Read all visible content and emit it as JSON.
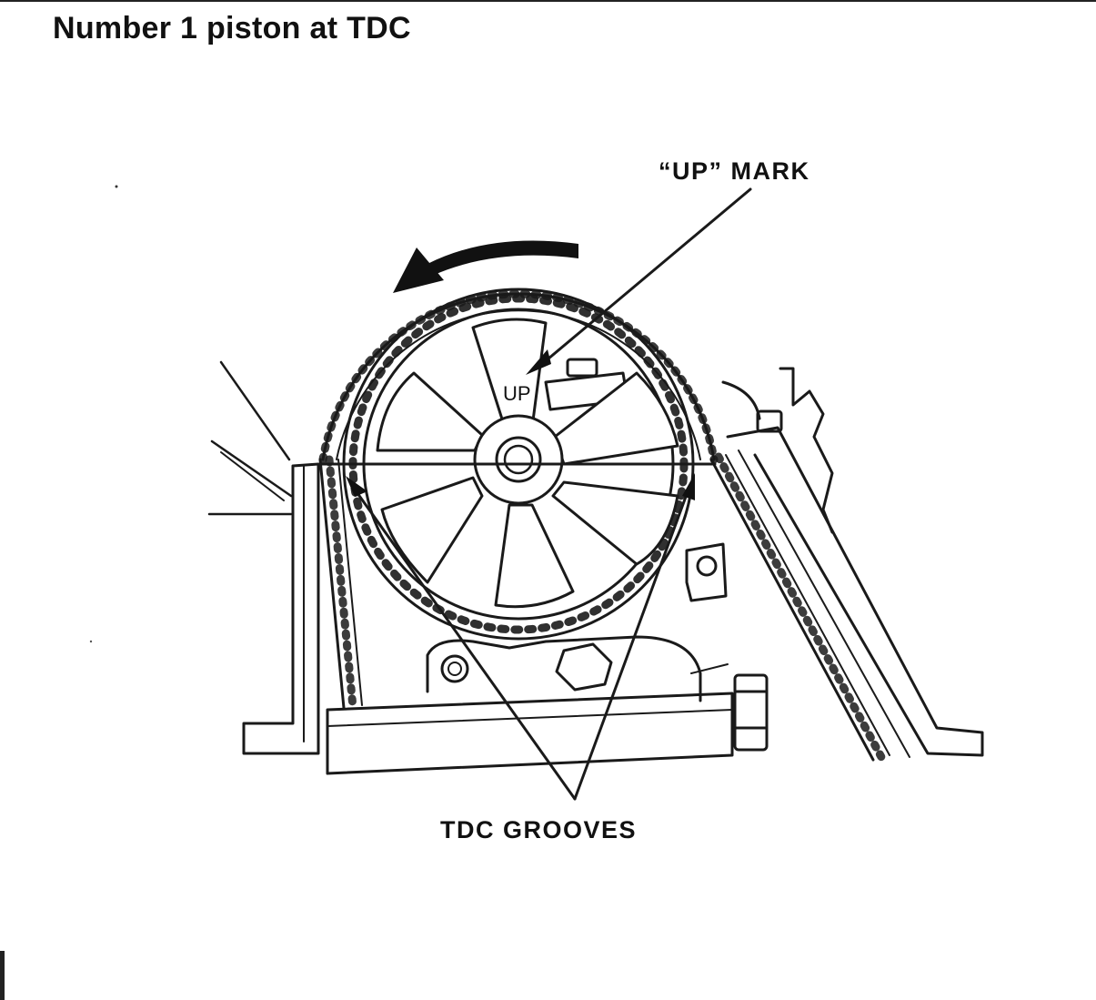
{
  "page": {
    "title": "Number 1 piston at TDC"
  },
  "labels": {
    "up_mark_callout": "“UP” MARK",
    "tdc_grooves_callout": "TDC GROOVES",
    "pulley_stamp": "UP"
  },
  "colors": {
    "ink": "#1a1a1a",
    "paper": "#ffffff"
  },
  "icons": {
    "rotation_arrow": "counterclockwise-arrow-icon"
  }
}
